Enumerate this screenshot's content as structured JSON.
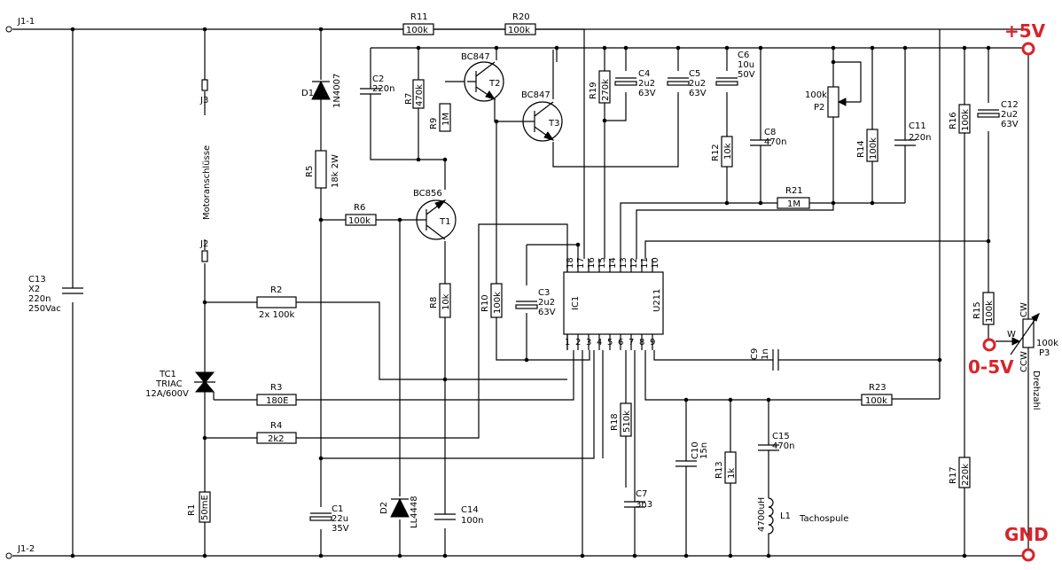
{
  "connectors": {
    "j1_1": "J1-1",
    "j1_2": "J1-2",
    "j3": "J3",
    "j2": "J2"
  },
  "motor_label": "Motoranschlüsse",
  "c13": {
    "name": "C13",
    "type": "X2",
    "value": "220n",
    "voltage": "250Vac"
  },
  "tc1": {
    "name": "TC1",
    "type": "TRIAC",
    "rating": "12A/600V"
  },
  "r1": {
    "name": "R1",
    "value": "50mE"
  },
  "r2": {
    "name": "R2",
    "value": "2x 100k"
  },
  "r3": {
    "name": "R3",
    "value": "180E"
  },
  "r4": {
    "name": "R4",
    "value": "2k2"
  },
  "d1": {
    "name": "D1",
    "value": "1N4007"
  },
  "r5": {
    "name": "R5",
    "value": "18k 2W"
  },
  "r6": {
    "name": "R6",
    "value": "100k"
  },
  "c1": {
    "name": "C1",
    "value": "22u",
    "voltage": "35V"
  },
  "d2": {
    "name": "D2",
    "value": "LL4448"
  },
  "c2": {
    "name": "C2",
    "value": "220n"
  },
  "r7": {
    "name": "R7",
    "value": "470k"
  },
  "r9": {
    "name": "R9",
    "value": "1M"
  },
  "r11": {
    "name": "R11",
    "value": "100k"
  },
  "r20": {
    "name": "R20",
    "value": "100k"
  },
  "t1": {
    "name": "T1",
    "type": "BC856"
  },
  "t2": {
    "name": "T2",
    "type": "BC847"
  },
  "t3": {
    "name": "T3",
    "type": "BC847"
  },
  "r8": {
    "name": "R8",
    "value": "10k"
  },
  "c14": {
    "name": "C14",
    "value": "100n"
  },
  "r10": {
    "name": "R10",
    "value": "100k"
  },
  "c3": {
    "name": "C3",
    "value": "2u2",
    "voltage": "63V"
  },
  "ic1": {
    "name": "IC1",
    "type": "U211",
    "top_pins": [
      "18",
      "17",
      "16",
      "15",
      "14",
      "13",
      "12",
      "11",
      "10"
    ],
    "bottom_pins": [
      "1",
      "2",
      "3",
      "4",
      "5",
      "6",
      "7",
      "8",
      "9"
    ]
  },
  "r19": {
    "name": "R19",
    "value": "270k"
  },
  "c4": {
    "name": "C4",
    "value": "2u2",
    "voltage": "63V"
  },
  "c5": {
    "name": "C5",
    "value": "2u2",
    "voltage": "63V"
  },
  "c6": {
    "name": "C6",
    "value": "10u",
    "voltage": "50V"
  },
  "r12": {
    "name": "R12",
    "value": "10k"
  },
  "c8": {
    "name": "C8",
    "value": "470n"
  },
  "r21": {
    "name": "R21",
    "value": "1M"
  },
  "p2": {
    "name": "P2",
    "value": "100k"
  },
  "r14": {
    "name": "R14",
    "value": "100k"
  },
  "c11": {
    "name": "C11",
    "value": "220n"
  },
  "r16": {
    "name": "R16",
    "value": "100k"
  },
  "c12": {
    "name": "C12",
    "value": "2u2",
    "voltage": "63V"
  },
  "r15": {
    "name": "R15",
    "value": "100k"
  },
  "p3": {
    "name": "P3",
    "value": "100k",
    "cw": "CW",
    "ccw": "CCW",
    "wiper": "W",
    "label": "Drehzahl"
  },
  "r17": {
    "name": "R17",
    "value": "220k"
  },
  "c9": {
    "name": "C9",
    "value": "1n"
  },
  "r23": {
    "name": "R23",
    "value": "100k"
  },
  "r18": {
    "name": "R18",
    "value": "510k"
  },
  "c7": {
    "name": "C7",
    "value": "3n3"
  },
  "c10": {
    "name": "C10",
    "value": "15n"
  },
  "r13": {
    "name": "R13",
    "value": "1k"
  },
  "c15": {
    "name": "C15",
    "value": "470n"
  },
  "l1": {
    "name": "L1",
    "value": "4700uH",
    "label": "Tachospule"
  },
  "annotations": {
    "plus5v": "+5V",
    "control": "0-5V",
    "gnd": "GND"
  },
  "colors": {
    "annotation": "#d9232a",
    "line": "#000000",
    "background": "#ffffff"
  }
}
